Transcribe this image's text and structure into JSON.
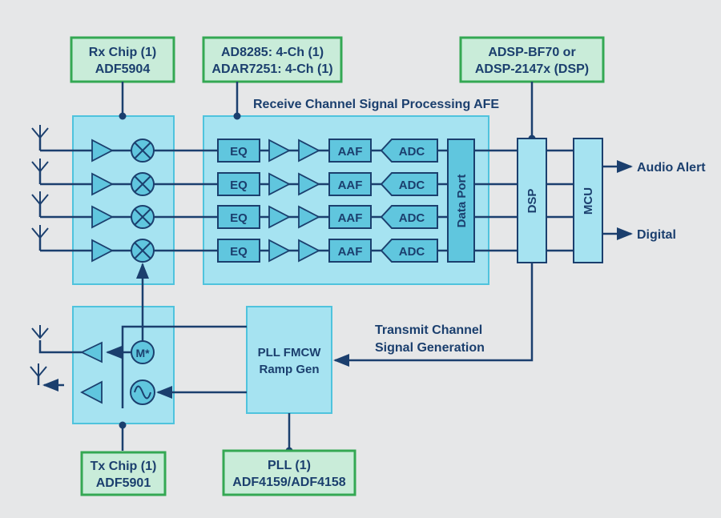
{
  "chips": {
    "rx": {
      "line1": "Rx Chip (1)",
      "line2": "ADF5904"
    },
    "afe": {
      "line1": "AD8285: 4-Ch (1)",
      "line2": "ADAR7251: 4-Ch (1)"
    },
    "dsp": {
      "line1": "ADSP-BF70 or",
      "line2": "ADSP-2147x (DSP)"
    },
    "tx": {
      "line1": "Tx Chip (1)",
      "line2": "ADF5901"
    },
    "pll": {
      "line1": "PLL (1)",
      "line2": "ADF4159/ADF4158"
    }
  },
  "labels": {
    "afe_title": "Receive Channel Signal Processing AFE",
    "tx_gen_line1": "Transmit Channel",
    "tx_gen_line2": "Signal Generation",
    "audio_alert": "Audio Alert",
    "digital": "Digital"
  },
  "blocks": {
    "eq": "EQ",
    "aaf": "AAF",
    "adc": "ADC",
    "data_port": "Data Port",
    "dsp": "DSP",
    "mcu": "MCU",
    "pll_line1": "PLL FMCW",
    "pll_line2": "Ramp Gen",
    "mod": "M*"
  },
  "colors": {
    "background": "#e6e7e8",
    "chip_fill": "#c9ecd9",
    "chip_border": "#34a853",
    "panel_fill": "#a6e3f1",
    "block_fill": "#60c6de",
    "ink": "#1b3f6e"
  }
}
